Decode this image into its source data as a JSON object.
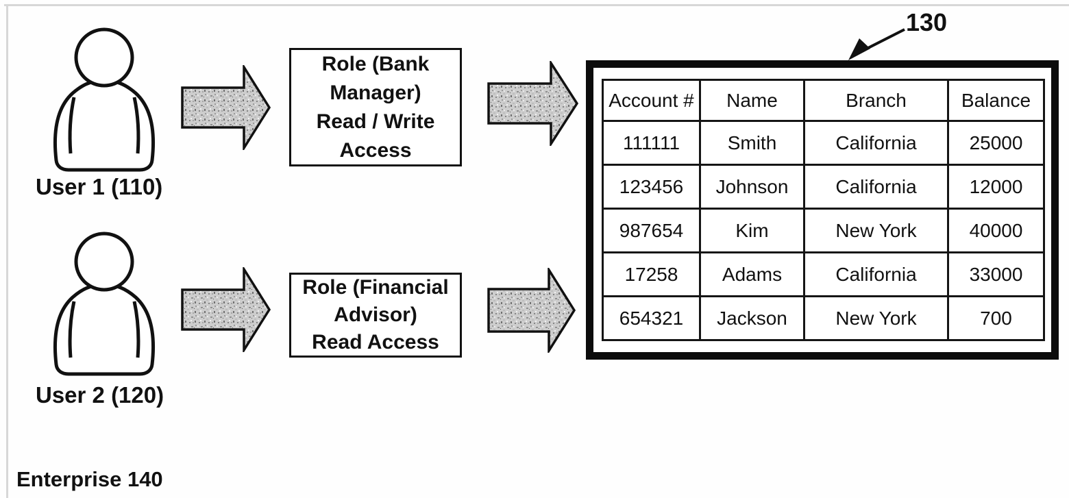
{
  "users": [
    {
      "label": "User 1 (110)",
      "icon": "person-icon"
    },
    {
      "label": "User 2 (120)",
      "icon": "person-icon"
    }
  ],
  "roles": [
    {
      "text": "Role (Bank\nManager)\nRead / Write\nAccess"
    },
    {
      "text": "Role (Financial\nAdvisor)\nRead Access"
    }
  ],
  "arrows": [
    {
      "icon": "block-arrow-right-icon",
      "from": "user-1",
      "to": "role-bank-manager"
    },
    {
      "icon": "block-arrow-right-icon",
      "from": "role-bank-manager",
      "to": "database-table"
    },
    {
      "icon": "block-arrow-right-icon",
      "from": "user-2",
      "to": "role-financial-advisor"
    },
    {
      "icon": "block-arrow-right-icon",
      "from": "role-financial-advisor",
      "to": "database-table"
    }
  ],
  "callout": {
    "label": "130",
    "icon": "leader-arrow-icon",
    "points_to": "database-table"
  },
  "enterprise_label": "Enterprise 140",
  "table": {
    "headers": [
      "Account #",
      "Name",
      "Branch",
      "Balance"
    ],
    "rows": [
      [
        "111111",
        "Smith",
        "California",
        "25000"
      ],
      [
        "123456",
        "Johnson",
        "California",
        "12000"
      ],
      [
        "987654",
        "Kim",
        "New York",
        "40000"
      ],
      [
        "17258",
        "Adams",
        "California",
        "33000"
      ],
      [
        "654321",
        "Jackson",
        "New York",
        "700"
      ]
    ]
  },
  "colors": {
    "ink": "#111111",
    "frame_border": "#0c0c0c",
    "arrow_fill_base": "#cdcdcd",
    "faint_scan_line": "#d7d7d7"
  }
}
